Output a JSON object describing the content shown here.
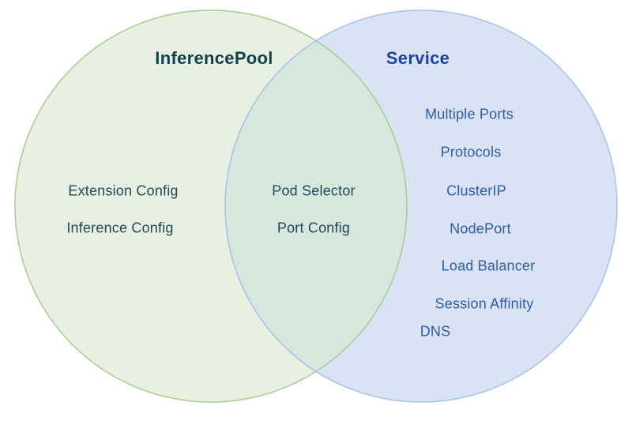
{
  "venn": {
    "left": {
      "title": "InferencePool",
      "items": [
        "Extension Config",
        "Inference Config"
      ]
    },
    "right": {
      "title": "Service",
      "items": [
        "Multiple Ports",
        "Protocols",
        "ClusterIP",
        "NodePort",
        "Load Balancer",
        "Session Affinity",
        "DNS"
      ]
    },
    "overlap": {
      "items": [
        "Pod Selector",
        "Port Config"
      ]
    },
    "colors": {
      "left_fill": "#e8f0e1",
      "left_stroke": "#a8cb8f",
      "right_fill": "#d9e3f3",
      "right_stroke": "#a4c1ee",
      "overlap_fill": "#d7e7de",
      "left_title_text": "#123f4b",
      "left_item_text": "#1f4a57",
      "right_title_text": "#1a449e",
      "right_item_text": "#2d5cb0"
    }
  }
}
